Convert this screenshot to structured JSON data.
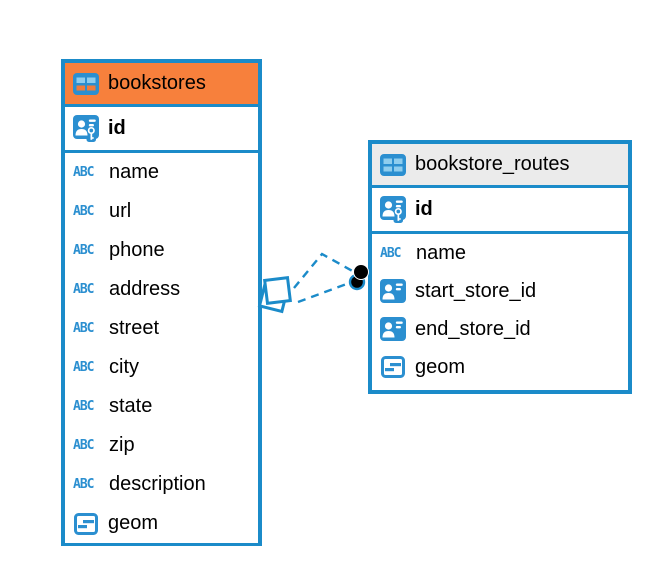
{
  "diagram": {
    "tables": [
      {
        "name": "bookstores",
        "header_style": "orange",
        "columns": [
          {
            "name": "id",
            "type": "primary-key"
          },
          {
            "name": "name",
            "type": "text"
          },
          {
            "name": "url",
            "type": "text"
          },
          {
            "name": "phone",
            "type": "text"
          },
          {
            "name": "address",
            "type": "text"
          },
          {
            "name": "street",
            "type": "text"
          },
          {
            "name": "city",
            "type": "text"
          },
          {
            "name": "state",
            "type": "text"
          },
          {
            "name": "zip",
            "type": "text"
          },
          {
            "name": "description",
            "type": "text"
          },
          {
            "name": "geom",
            "type": "geometry"
          }
        ]
      },
      {
        "name": "bookstore_routes",
        "header_style": "gray",
        "columns": [
          {
            "name": "id",
            "type": "primary-key"
          },
          {
            "name": "name",
            "type": "text"
          },
          {
            "name": "start_store_id",
            "type": "reference"
          },
          {
            "name": "end_store_id",
            "type": "reference"
          },
          {
            "name": "geom",
            "type": "geometry"
          }
        ]
      }
    ],
    "relations": [
      {
        "from": "bookstores",
        "to": "bookstore_routes",
        "style": "dashed"
      }
    ]
  },
  "icons": {
    "abc_label": "ABC"
  },
  "colors": {
    "accent_blue": "#1b8bc9",
    "icon_blue": "#2b8fd0",
    "orange_header": "#f7803c",
    "gray_header": "#ebebeb",
    "icon_cell_light": "#8ecdee",
    "row_background": "#ffffff",
    "text": "#000000"
  }
}
